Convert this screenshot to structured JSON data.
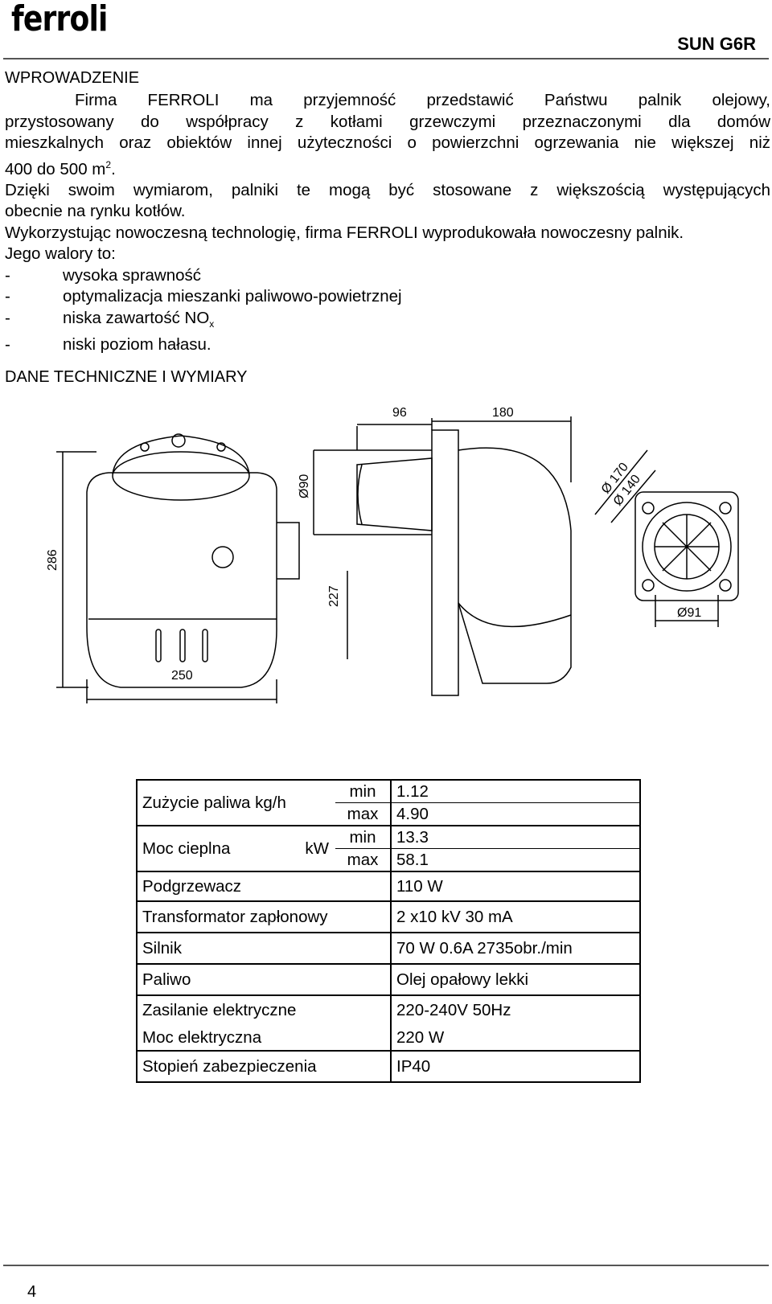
{
  "header": {
    "logo_text": "ferroli",
    "model": "SUN G6R"
  },
  "intro": {
    "title": "WPROWADZENIE",
    "p1_l1": "Firma FERROLI ma przyjemność przedstawić Państwu palnik olejowy,",
    "p1_l2": "przystosowany do współpracy z kotłami grzewczymi przeznaczonymi dla domów",
    "p1_l3": "mieszkalnych oraz obiektów innej użyteczności o powierzchni ogrzewania nie większej niż",
    "p1_l4a": "400 do 500 m",
    "p1_l4_sup": "2",
    "p1_l4b": ".",
    "p2_l1": "Dzięki swoim wymiarom, palniki te mogą być stosowane z większością występujących",
    "p2_l2": "obecnie na rynku kotłów.",
    "p3": "Wykorzystując nowoczesną technologię, firma FERROLI wyprodukowała nowoczesny palnik.",
    "p4": "Jego walory to:",
    "bullets": [
      "wysoka sprawność",
      "optymalizacja mieszanki paliwowo-powietrznej",
      "niska zawartość NO",
      "niski poziom hałasu."
    ],
    "nox_sub": "x",
    "dash": "-"
  },
  "tech": {
    "title": "DANE TECHNICZNE I WYMIARY"
  },
  "dims": {
    "d96": "96",
    "d180": "180",
    "d90": "Ø90",
    "d286": "286",
    "d227": "227",
    "d250": "250",
    "d170": "Ø 170",
    "d140": "Ø 140",
    "d91": "Ø91"
  },
  "spec": {
    "fuel_label": "Zużycie paliwa kg/h",
    "min": "min",
    "max": "max",
    "fuel_min": "1.12",
    "fuel_max": "4.90",
    "power_label": "Moc cieplna",
    "power_unit": "kW",
    "power_min": "13.3",
    "power_max": "58.1",
    "rows": [
      {
        "label": "Podgrzewacz",
        "value": "110 W"
      },
      {
        "label": "Transformator zapłonowy",
        "value": "2 x10 kV 30 mA"
      },
      {
        "label": "Silnik",
        "value": "70 W 0.6A 2735obr./min"
      },
      {
        "label": "Paliwo",
        "value": "Olej opałowy lekki"
      },
      {
        "label": "Zasilanie elektryczne",
        "value": "220-240V  50Hz"
      },
      {
        "label": "Moc elektryczna",
        "value": "220 W"
      },
      {
        "label": "Stopień zabezpieczenia",
        "value": "IP40"
      }
    ]
  },
  "footer": {
    "page": "4"
  }
}
